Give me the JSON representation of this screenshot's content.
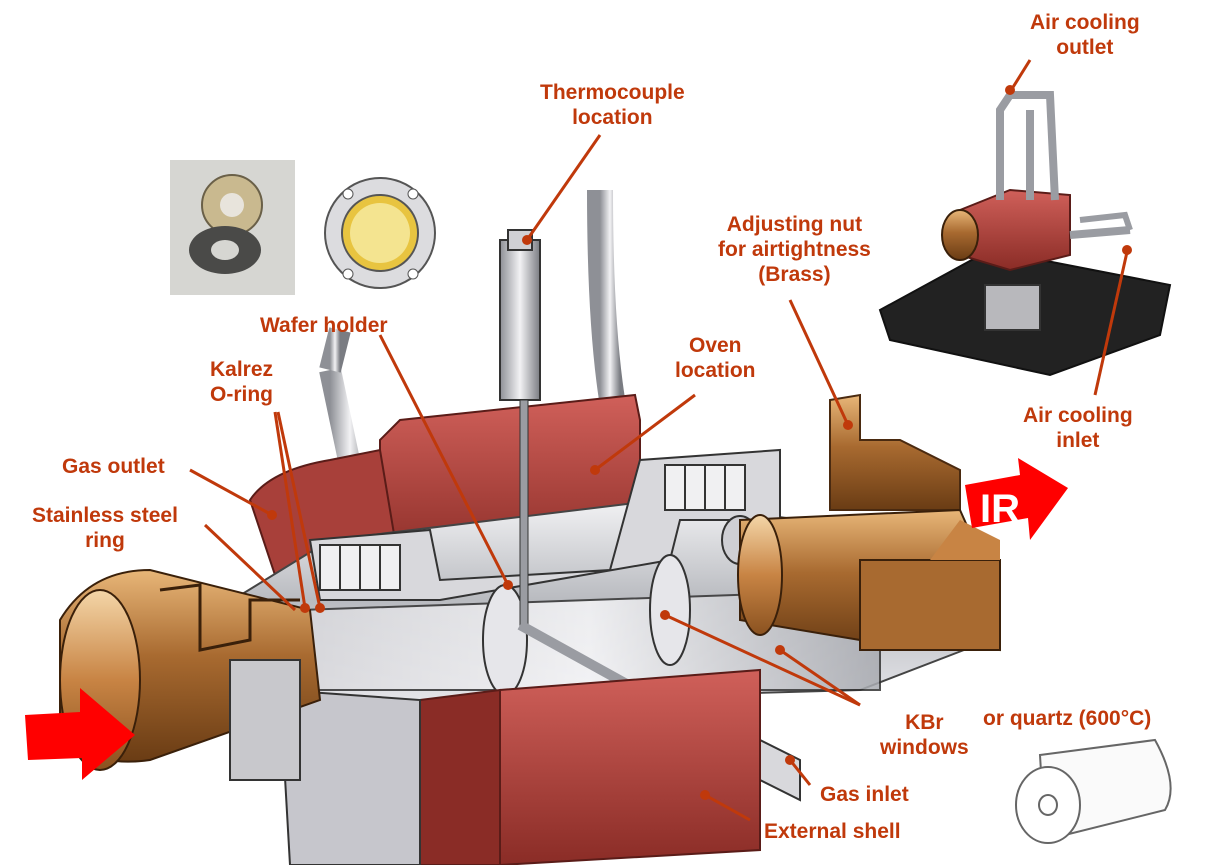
{
  "labels": {
    "thermocouple": [
      "Thermocouple",
      "location"
    ],
    "air_cooling_outlet": [
      "Air cooling",
      "outlet"
    ],
    "adjusting_nut": [
      "Adjusting nut",
      "for airtightness",
      "(Brass)"
    ],
    "wafer_holder": [
      "Wafer holder"
    ],
    "oven": [
      "Oven",
      "location"
    ],
    "kalrez": [
      "Kalrez",
      "O-ring"
    ],
    "gas_outlet": [
      "Gas outlet"
    ],
    "stainless_ring": [
      "Stainless steel",
      "ring"
    ],
    "air_cooling_inlet": [
      "Air cooling",
      "inlet"
    ],
    "kbr_windows": [
      "KBr",
      "windows"
    ],
    "quartz": [
      "or quartz (600°C)"
    ],
    "gas_inlet": [
      "Gas inlet"
    ],
    "external_shell": [
      "External shell"
    ],
    "ir": "IR"
  },
  "colors": {
    "label": "#c0390b",
    "arrow": "#ff0000",
    "brass": "#b8763a",
    "shell": "#b0443c",
    "steel": "#c8c8cc"
  }
}
